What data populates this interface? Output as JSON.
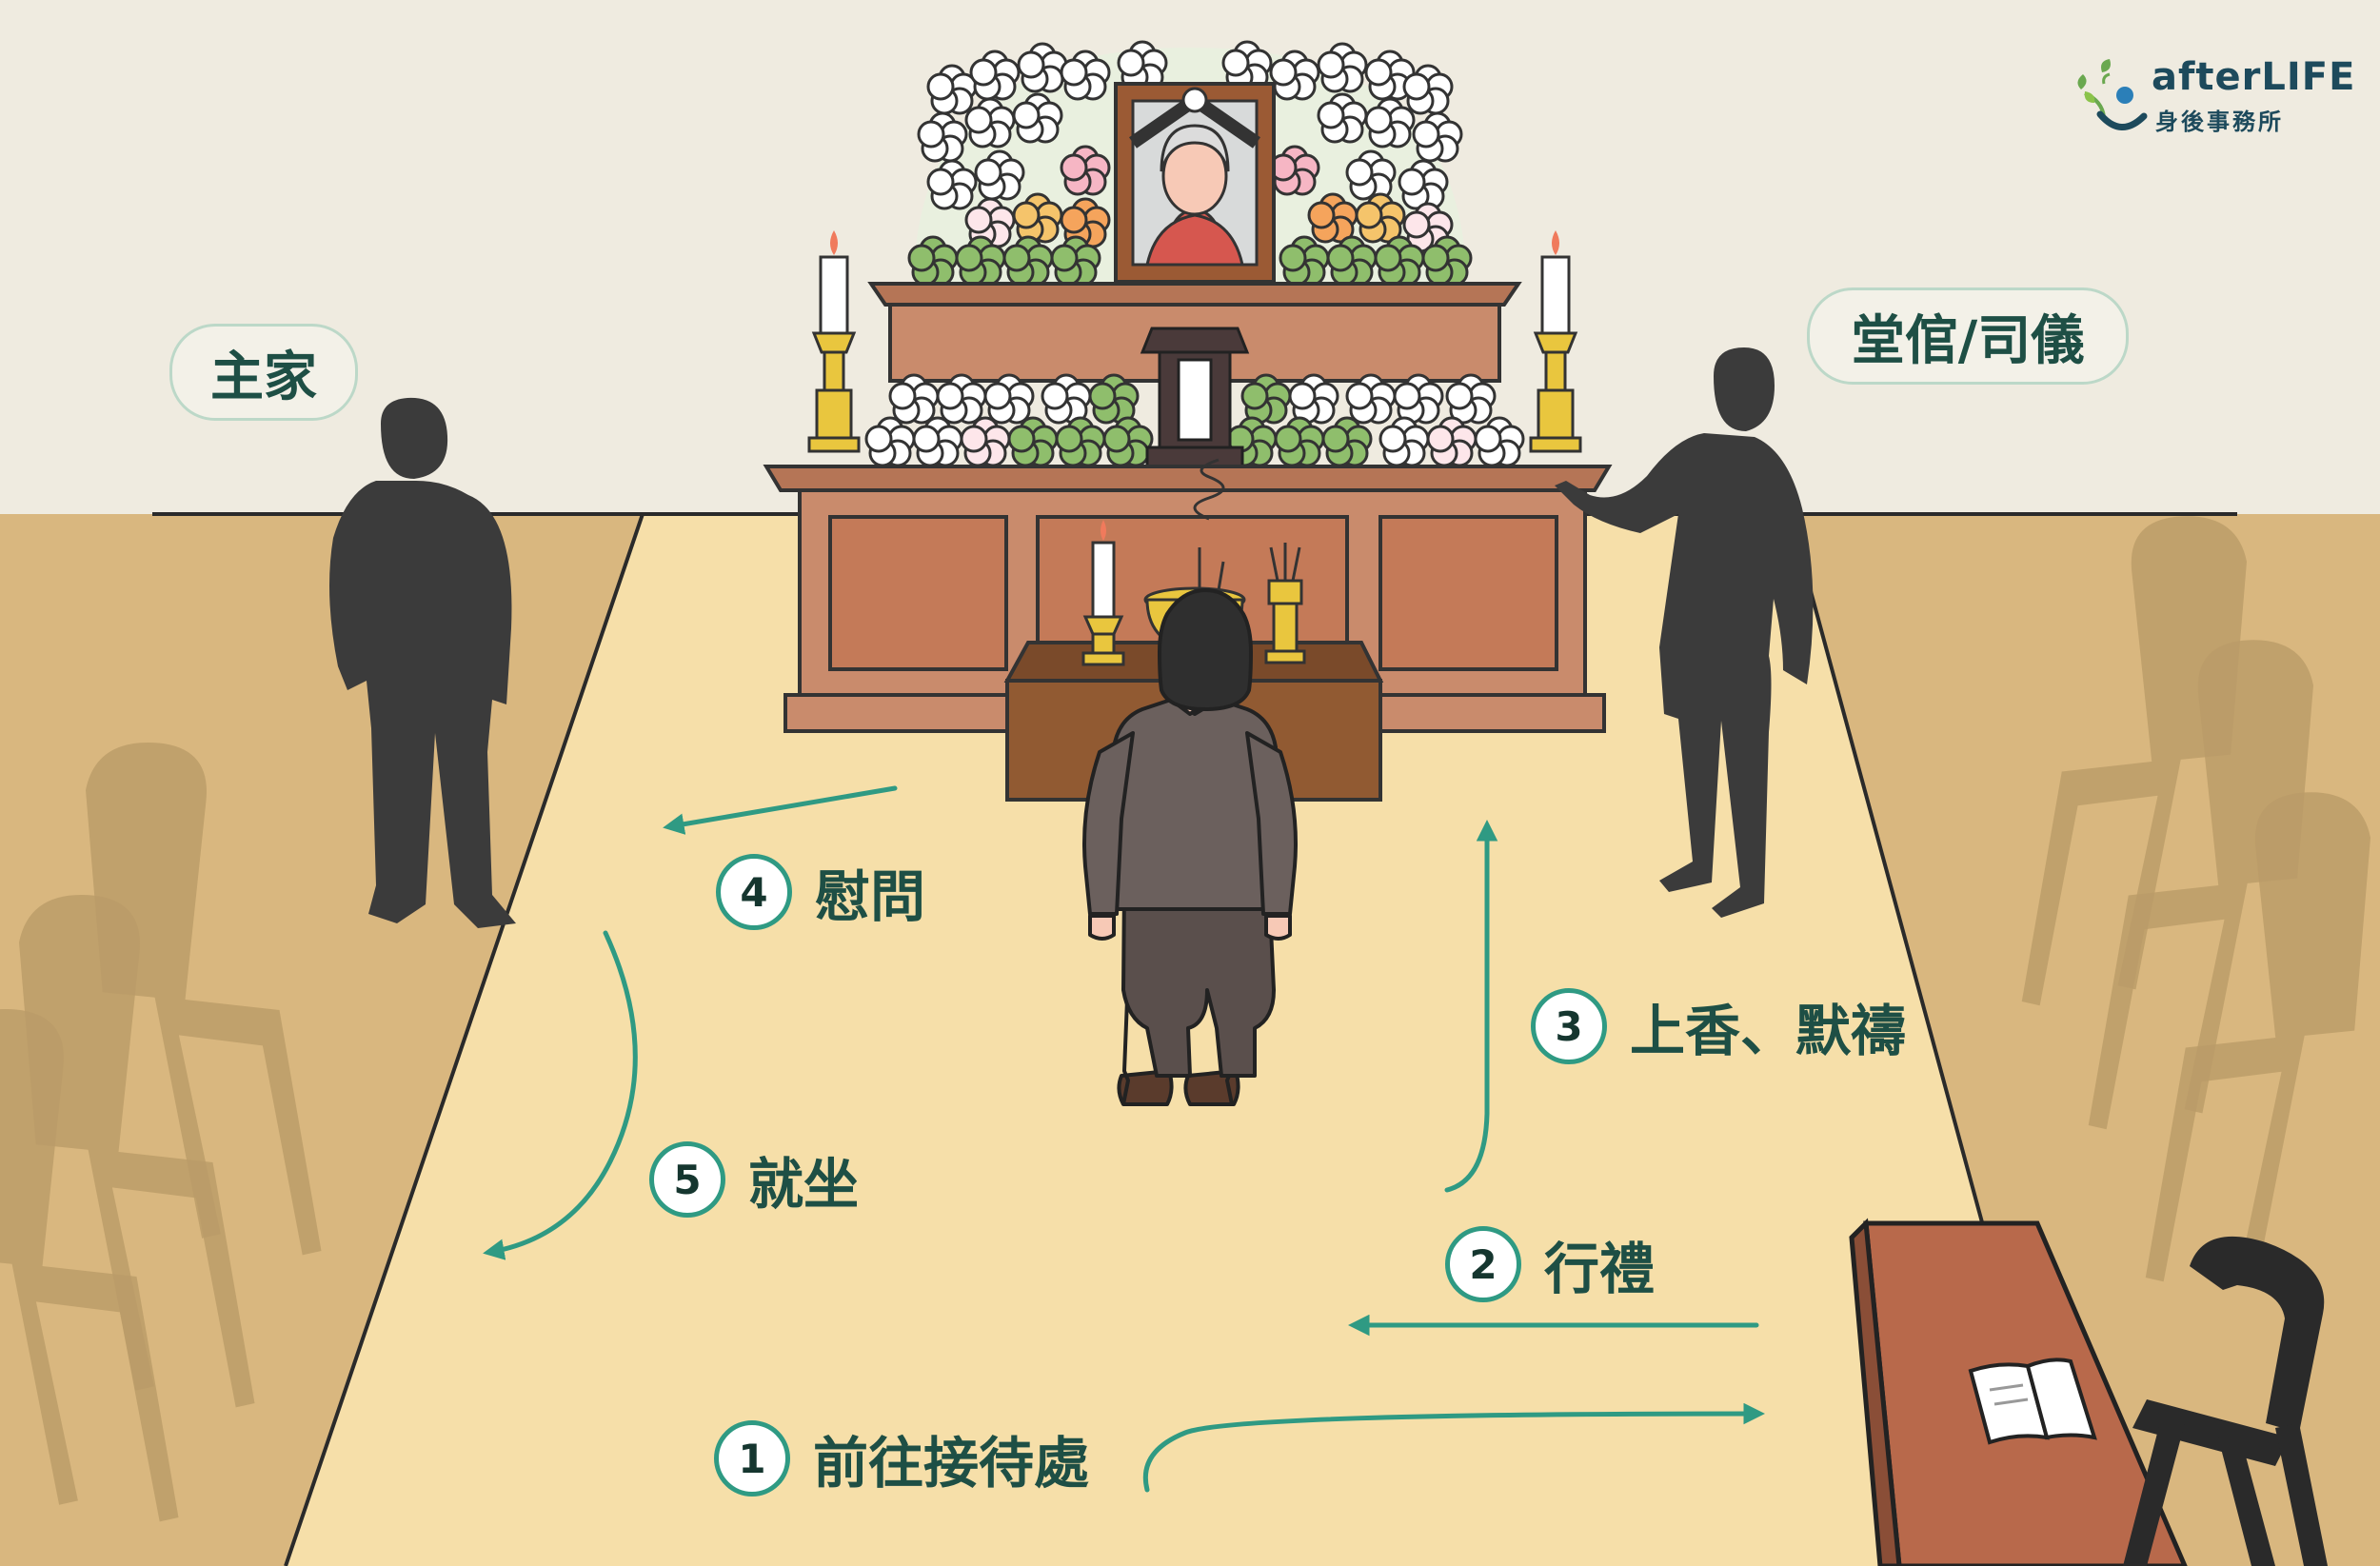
{
  "brand": {
    "name": "afterLIFE",
    "subtitle": "身後事務所"
  },
  "roles": {
    "host": "主家",
    "officiant": "堂倌/司儀"
  },
  "steps": [
    {
      "num": "1",
      "label": "前往接待處"
    },
    {
      "num": "2",
      "label": "行禮"
    },
    {
      "num": "3",
      "label": "上香、默禱"
    },
    {
      "num": "4",
      "label": "慰問"
    },
    {
      "num": "5",
      "label": "就坐"
    }
  ],
  "icons": [
    "leaf-person-logo-icon",
    "arrow-icon"
  ],
  "colors": {
    "wall": "#efebe0",
    "floor_side": "#d9b77f",
    "carpet": "#f6dfa9",
    "altar": "#c98b6c",
    "accent": "#2f9a83",
    "text": "#1e4f45",
    "silhouette": "#3a3a3a"
  }
}
